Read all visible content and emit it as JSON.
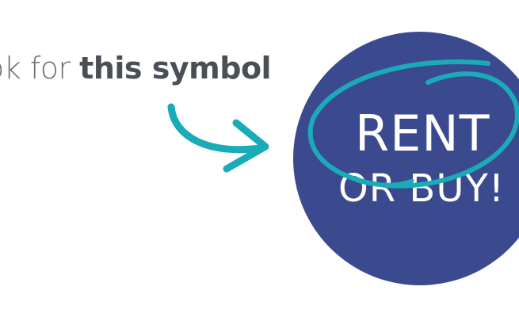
{
  "headline": {
    "prefix": "ok for ",
    "emphasis": "this symbol"
  },
  "badge": {
    "line1": "RENT",
    "line2": "OR BUY!"
  },
  "icons": {
    "pointer": "curved-arrow-icon",
    "highlight": "hand-drawn-circle-icon"
  },
  "colors": {
    "background": "#ffffff",
    "text": "#555a60",
    "badge": "#3b4a8e",
    "badge_text": "#ffffff",
    "accent": "#1aabb8"
  }
}
